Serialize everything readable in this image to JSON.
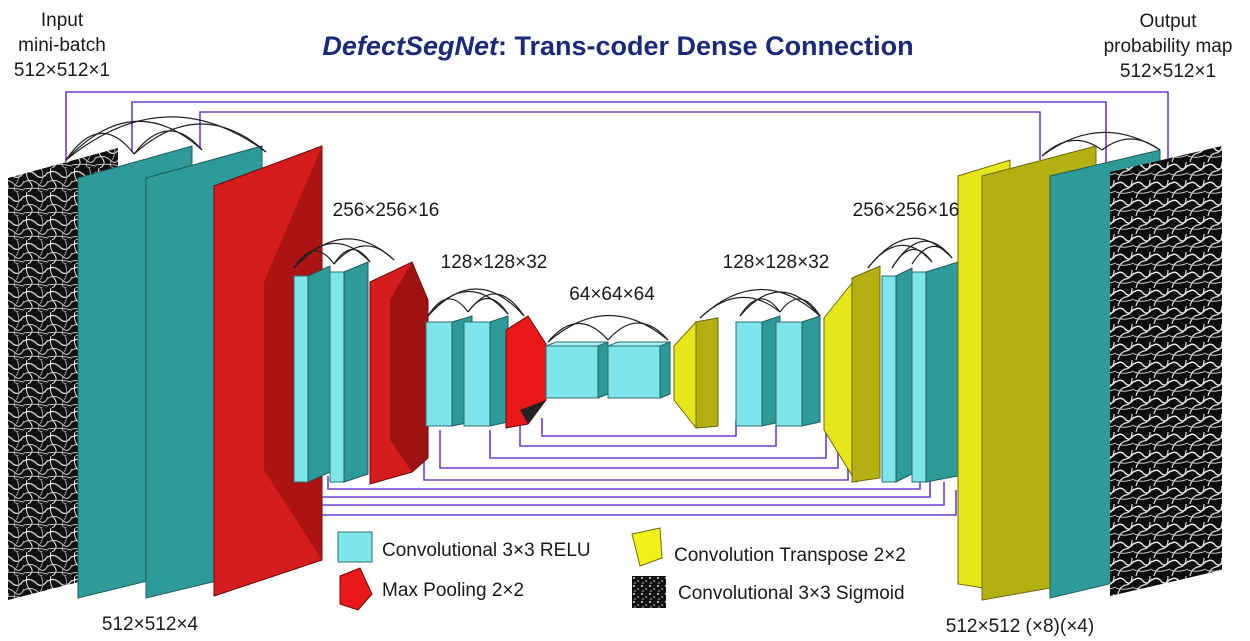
{
  "title": {
    "italic_part": "DefectSegNet",
    "rest": ": Trans-coder Dense Connection"
  },
  "labels": {
    "input": [
      "Input",
      "mini-batch",
      "512×512×1"
    ],
    "output": [
      "Output",
      "probability map",
      "512×512×1"
    ],
    "enc1_bottom": "512×512×4",
    "enc2": "256×256×16",
    "enc3": "128×128×32",
    "bottleneck": "64×64×64",
    "dec3": "128×128×32",
    "dec2": "256×256×16",
    "dec1_bottom": "512×512 (×8)(×4)"
  },
  "legend": {
    "conv_relu": "Convolutional 3×3 RELU",
    "max_pool": "Max Pooling 2×2",
    "conv_transpose": "Convolution Transpose 2×2",
    "conv_sigmoid": "Convolutional 3×3 Sigmoid"
  },
  "colors": {
    "title": "#1a2a78",
    "teal": "#2f9a9a",
    "cyan": "#7ee6ea",
    "red": "#d41c1c",
    "yellow": "#e6e61a",
    "olive": "#b5b011",
    "link": "#6b3fd4"
  }
}
